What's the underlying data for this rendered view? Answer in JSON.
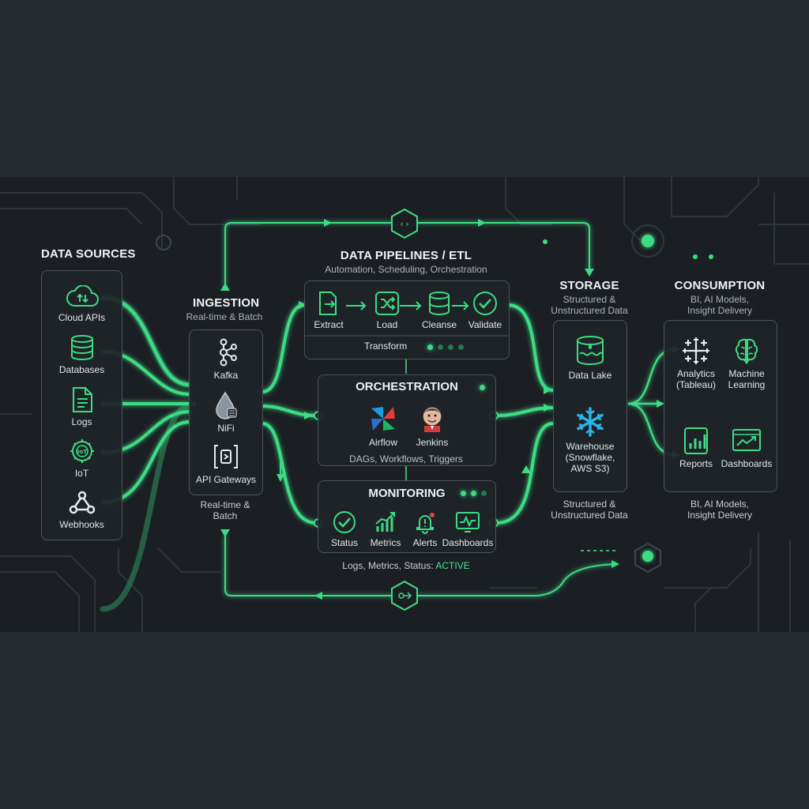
{
  "sources": {
    "title": "DATA SOURCES",
    "items": [
      "Cloud APIs",
      "Databases",
      "Logs",
      "IoT",
      "Webhooks"
    ]
  },
  "ingestion": {
    "title": "INGESTION",
    "subtitle": "Real-time & Batch",
    "items": [
      "Kafka",
      "NiFi",
      "API Gateways"
    ],
    "note_line1": "Real-time &",
    "note_line2": "Batch"
  },
  "pipelines": {
    "title": "DATA PIPELINES / ETL",
    "subtitle": "Automation, Scheduling, Orchestration",
    "steps": [
      "Extract",
      "Load",
      "Cleanse",
      "Validate"
    ],
    "transform_label": "Transform"
  },
  "orchestration": {
    "title": "ORCHESTRATION",
    "tools": [
      "Airflow",
      "Jenkins"
    ],
    "caption": "DAGs, Workflows, Triggers"
  },
  "monitoring": {
    "title": "MONITORING",
    "items": [
      "Status",
      "Metrics",
      "Alerts",
      "Dashboards"
    ],
    "caption_prefix": "Logs, Metrics, Status: ",
    "caption_status": "ACTIVE"
  },
  "storage": {
    "title": "STORAGE",
    "subtitle_line1": "Structured &",
    "subtitle_line2": "Unstructured Data",
    "lake": "Data Lake",
    "warehouse_line1": "Warehouse",
    "warehouse_line2": "(Snowflake,",
    "warehouse_line3": "AWS S3)",
    "footer_line1": "Structured &",
    "footer_line2": "Unstructured Data"
  },
  "consumption": {
    "title": "CONSUMPTION",
    "subtitle_line1": "BI, AI Models,",
    "subtitle_line2": "Insight Delivery",
    "analytics_line1": "Analytics",
    "analytics_line2": "(Tableau)",
    "ml_line1": "Machine",
    "ml_line2": "Learning",
    "reports": "Reports",
    "dashboards": "Dashboards",
    "footer_line1": "BI, AI Models,",
    "footer_line2": "Insight Delivery"
  },
  "colors": {
    "accent": "#3ddc84",
    "panel_border": "#4a535c",
    "background": "#1b1f24",
    "frame": "#272c32"
  }
}
